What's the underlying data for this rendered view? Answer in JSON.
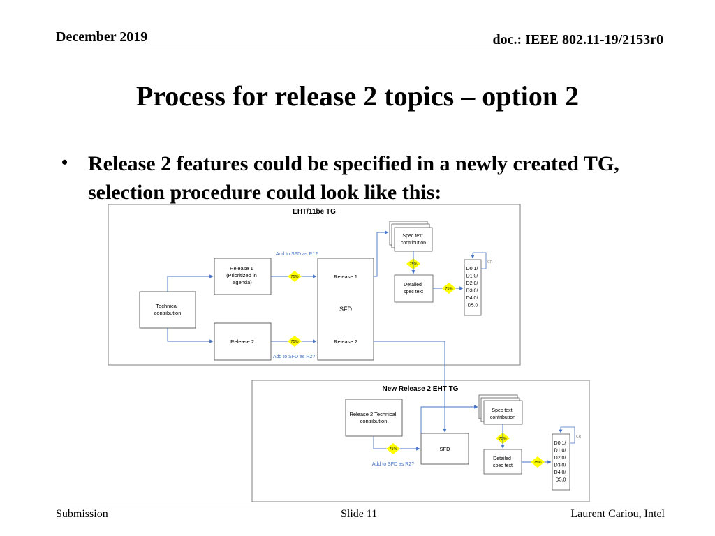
{
  "header": {
    "date": "December 2019",
    "doc": "doc.: IEEE 802.11-19/2153r0"
  },
  "title": "Process for release 2 topics – option 2",
  "bullet": {
    "marker": "•",
    "text": "Release 2 features could be specified in a newly created TG, selection procedure could look like this:"
  },
  "diagram": {
    "tg1": {
      "title": "EHT/11be TG",
      "technical_contribution": [
        "Technical",
        "contribution"
      ],
      "release1_box": [
        "Release 1",
        "(Prioritized in",
        "agenda)"
      ],
      "release2_box": "Release 2",
      "sfd_release1": "Release 1",
      "sfd_label": "SFD",
      "sfd_release2": "Release 2",
      "add_r1": "Add to SFD as R1?",
      "add_r2": "Add to SFD as R2?",
      "spec_text": [
        "Spec text",
        "contribution"
      ],
      "detailed_spec": [
        "Detailed",
        "spec text"
      ],
      "drafts": [
        "D0.1/",
        "D1.0/",
        "D2.0/",
        "D3.0/",
        "D4.0/",
        "D5.0"
      ],
      "cr": "CR",
      "vote": "75%"
    },
    "tg2": {
      "title": "New Release 2 EHT TG",
      "technical_contribution": [
        "Release 2 Technical",
        "contribution"
      ],
      "sfd_label": "SFD",
      "add_r2": "Add to SFD as R2?",
      "spec_text": [
        "Spec text",
        "contribution"
      ],
      "detailed_spec": [
        "Detailed",
        "spec text"
      ],
      "drafts": [
        "D0.1/",
        "D1.0/",
        "D2.0/",
        "D3.0/",
        "D4.0/",
        "D5.0"
      ],
      "cr": "CR",
      "vote": "75%"
    },
    "colors": {
      "arrow": "#4472c4",
      "vote": "#ffff00",
      "label": "#4472c4"
    }
  },
  "footer": {
    "left": "Submission",
    "center": "Slide 11",
    "right": "Laurent Cariou, Intel"
  }
}
